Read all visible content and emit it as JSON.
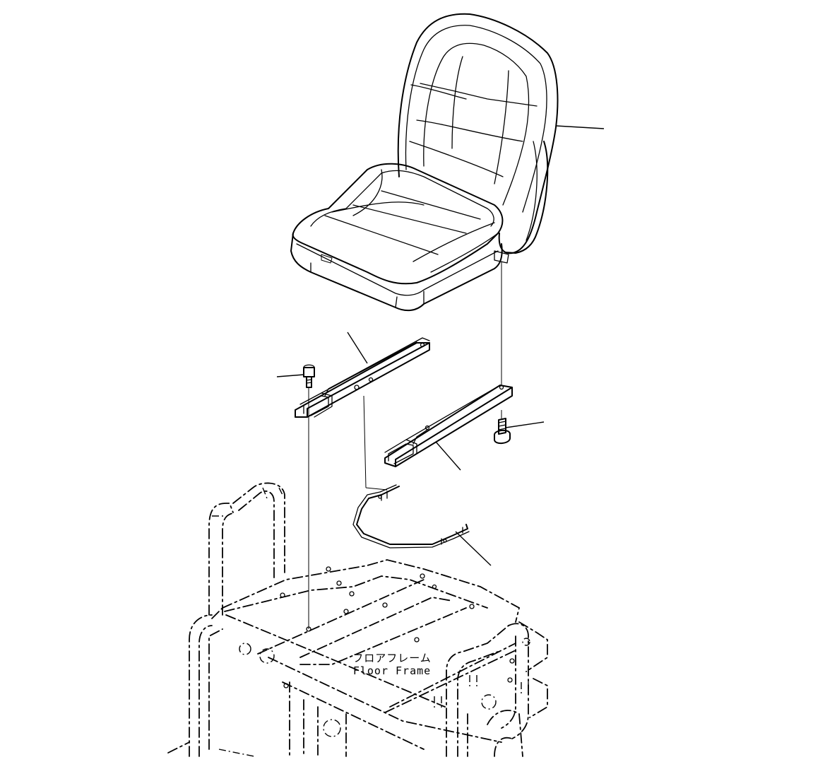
{
  "labels": {
    "floor_frame_jp": "フロアフレーム",
    "floor_frame_en": "Floor Frame"
  },
  "parts": [
    {
      "id": "seat",
      "icon": "seat-icon"
    },
    {
      "id": "left-rail",
      "icon": "rail-icon"
    },
    {
      "id": "right-rail",
      "icon": "rail-icon"
    },
    {
      "id": "left-bolt",
      "icon": "bolt-icon"
    },
    {
      "id": "right-bolt",
      "icon": "bolt-icon"
    },
    {
      "id": "slide-lever",
      "icon": "lever-icon"
    },
    {
      "id": "floor-frame",
      "icon": "frame-icon"
    }
  ],
  "colors": {
    "line": "#000000",
    "background": "#ffffff"
  }
}
